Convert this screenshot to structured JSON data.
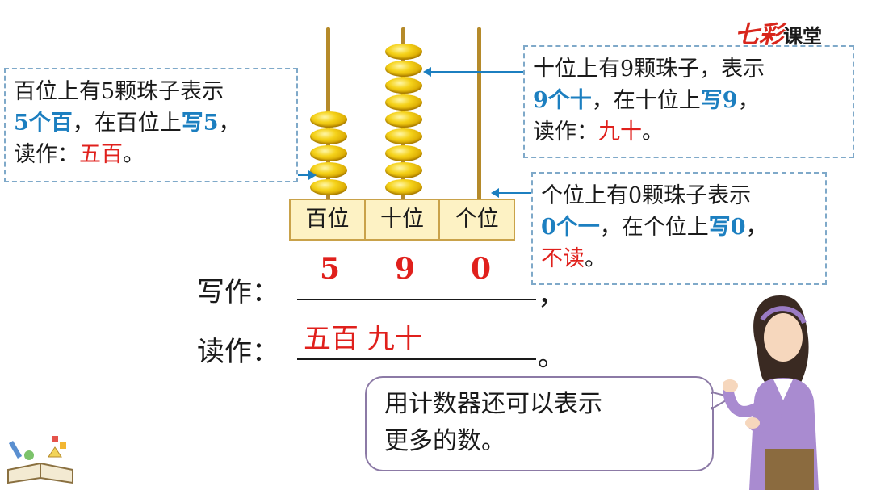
{
  "logo": {
    "part1": "七彩",
    "part2": "课堂"
  },
  "abacus": {
    "labels": [
      "百位",
      "十位",
      "个位"
    ],
    "bead_counts": [
      5,
      9,
      0
    ]
  },
  "callout_hundreds": {
    "line1": "百位上有5颗珠子表示",
    "line2_blue": "5个百",
    "line2_mid": "，在百位上",
    "line2_blue2": "写5",
    "line2_end": "，",
    "line3_start": "读作：",
    "line3_red": "五百",
    "line3_end": "。"
  },
  "callout_tens": {
    "line1": "十位上有9颗珠子，表示",
    "line2_blue": "9个十",
    "line2_mid": "，在十位上",
    "line2_blue2": "写9",
    "line2_end": "，",
    "line3_start": "读作：",
    "line3_red": "九十",
    "line3_end": "。"
  },
  "callout_ones": {
    "line1": "个位上有0颗珠子表示",
    "line2_blue": "0个一",
    "line2_mid": "，在个位上",
    "line2_blue2": "写0",
    "line2_end": "，",
    "line3_red": "不读",
    "line3_end": "。"
  },
  "write": {
    "label": "写作：",
    "digits": [
      "5",
      "9",
      "0"
    ],
    "end": "，"
  },
  "read": {
    "label": "读作：",
    "value": "五百 九十",
    "end": "。"
  },
  "speech": {
    "line1": "用计数器还可以表示",
    "line2": "更多的数。"
  }
}
